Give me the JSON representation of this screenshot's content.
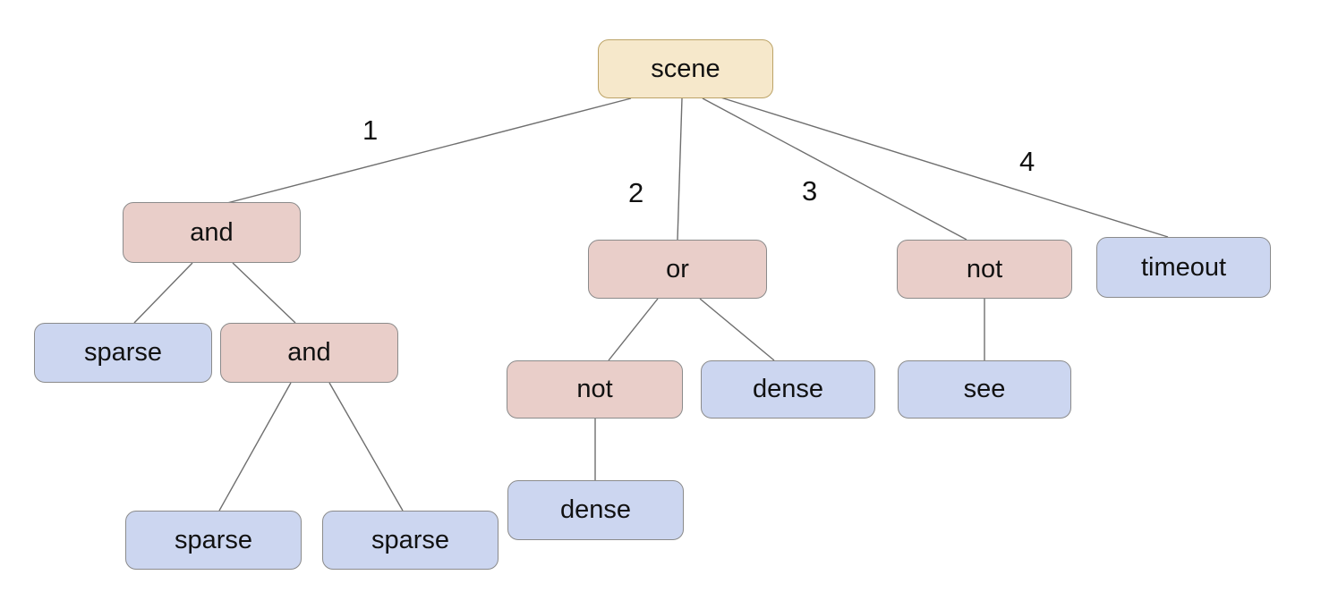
{
  "diagram": {
    "type": "tree",
    "description": "behavior tree rooted at scene with operator and leaf nodes",
    "colors": {
      "root-fill": "#f6e8cb",
      "root-border": "#bca367",
      "op-fill": "#e9cec9",
      "leaf-fill": "#ccd6f0",
      "node-border": "#8b8b8b",
      "edge-color": "#6f6f6f"
    },
    "nodes": {
      "scene": {
        "label": "scene",
        "kind": "root"
      },
      "and1": {
        "label": "and",
        "kind": "operator"
      },
      "or1": {
        "label": "or",
        "kind": "operator"
      },
      "not1": {
        "label": "not",
        "kind": "operator"
      },
      "timeout": {
        "label": "timeout",
        "kind": "leaf"
      },
      "sparse1": {
        "label": "sparse",
        "kind": "leaf"
      },
      "and2": {
        "label": "and",
        "kind": "operator"
      },
      "not2": {
        "label": "not",
        "kind": "operator"
      },
      "dense1": {
        "label": "dense",
        "kind": "leaf"
      },
      "see": {
        "label": "see",
        "kind": "leaf"
      },
      "sparse2": {
        "label": "sparse",
        "kind": "leaf"
      },
      "sparse3": {
        "label": "sparse",
        "kind": "leaf"
      },
      "dense2": {
        "label": "dense",
        "kind": "leaf"
      }
    },
    "edge_labels": {
      "e1": "1",
      "e2": "2",
      "e3": "3",
      "e4": "4"
    },
    "edges": [
      {
        "from": "scene",
        "to": "and1",
        "label": "1"
      },
      {
        "from": "scene",
        "to": "or1",
        "label": "2"
      },
      {
        "from": "scene",
        "to": "not1",
        "label": "3"
      },
      {
        "from": "scene",
        "to": "timeout",
        "label": "4"
      },
      {
        "from": "and1",
        "to": "sparse1"
      },
      {
        "from": "and1",
        "to": "and2"
      },
      {
        "from": "and2",
        "to": "sparse2"
      },
      {
        "from": "and2",
        "to": "sparse3"
      },
      {
        "from": "or1",
        "to": "not2"
      },
      {
        "from": "or1",
        "to": "dense1"
      },
      {
        "from": "not2",
        "to": "dense2"
      },
      {
        "from": "not1",
        "to": "see"
      }
    ]
  }
}
